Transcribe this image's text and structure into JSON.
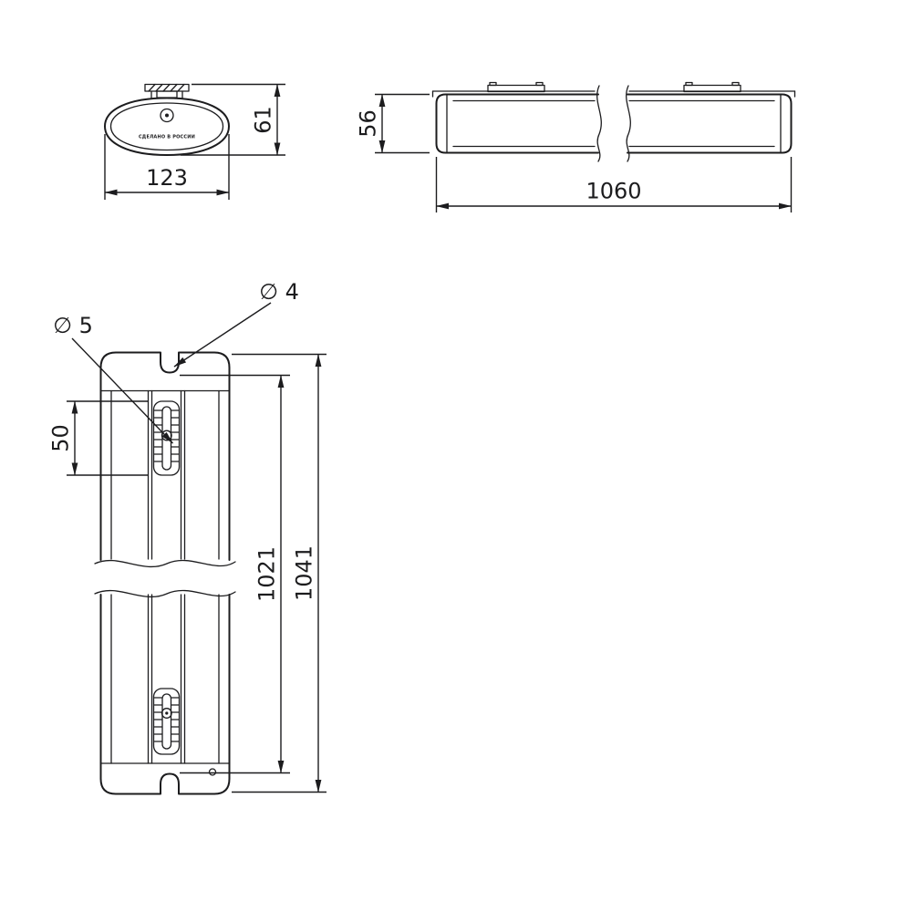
{
  "colors": {
    "line": "#1c1c1e",
    "background": "#ffffff"
  },
  "end_view": {
    "made_in_label": "СДЕЛАНО В РОССИИ",
    "height": "61",
    "width": "123"
  },
  "side_view": {
    "height": "56",
    "length": "1060"
  },
  "plan_view": {
    "slot_length": "50",
    "hole_spacing": "1021",
    "total_length": "1041",
    "callout_small_hole": "∅ 4",
    "callout_slot": "∅ 5"
  }
}
